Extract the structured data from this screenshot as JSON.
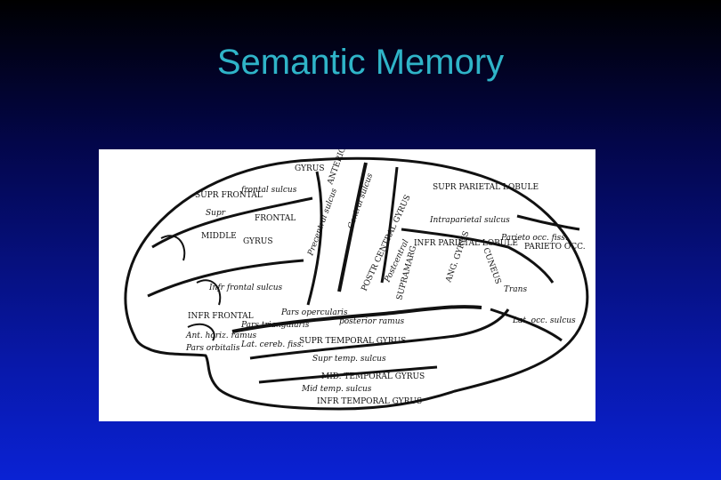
{
  "slide": {
    "title": "Semantic Memory",
    "background_colors": [
      "#000000",
      "#0a22d4"
    ],
    "title_color": "#2fb4c8"
  },
  "figure": {
    "labels": {
      "gyrus_top": "GYRUS",
      "supr_frontal": "SUPR FRONTAL",
      "frontal_sulcus": "frontal sulcus",
      "supr": "Supr",
      "frontal": "FRONTAL",
      "middle": "MIDDLE",
      "gyrus_mid": "GYRUS",
      "infr_frontal_sulcus": "Infr frontal sulcus",
      "infr_frontal": "INFR FRONTAL",
      "pars_triangularis": "Pars triangularis",
      "pars_opercularis": "Pars opercularis",
      "ant_horiz_ramus": "Ant. horiz. ramus",
      "pars_orbitalis": "Pars orbitalis",
      "lat_cereb_fiss": "Lat. cereb. fiss.",
      "anterior_central_gyrus": "ANTERIOR CENTRAL GYRUS",
      "precentral_sulcus": "Precentral sulcus",
      "central_sulcus": "Central sulcus",
      "posterior_central_gyrus": "POSTR CENTRAL GYRUS",
      "postcentral": "Postcentral",
      "supr_parietal_lobule": "SUPR PARIETAL LOBULE",
      "intraparietal_sulcus": "Intraparietal sulcus",
      "infr_parietal_lobule": "INFR PARIETAL LOBULE",
      "supramarginal": "SUPRAMARG.",
      "angular_gyrus": "ANG. GYRUS",
      "parieto_occ": "PARIETO OCC.",
      "parieto_occ_fiss": "Parieto occ. fiss.",
      "cuneus": "CUNEUS",
      "trans_occ": "Trans",
      "lat_occ_sulcus": "Lat. occ. sulcus",
      "posterior_ramus": "posterior ramus",
      "supr_temporal_gyrus": "SUPR TEMPORAL GYRUS",
      "supr_temp_sulcus": "Supr temp. sulcus",
      "mid_temporal_gyrus": "MID. TEMPORAL GYRUS",
      "mid_temp_sulcus": "Mid temp. sulcus",
      "infr_temporal_gyrus": "INFR TEMPORAL GYRUS"
    }
  }
}
